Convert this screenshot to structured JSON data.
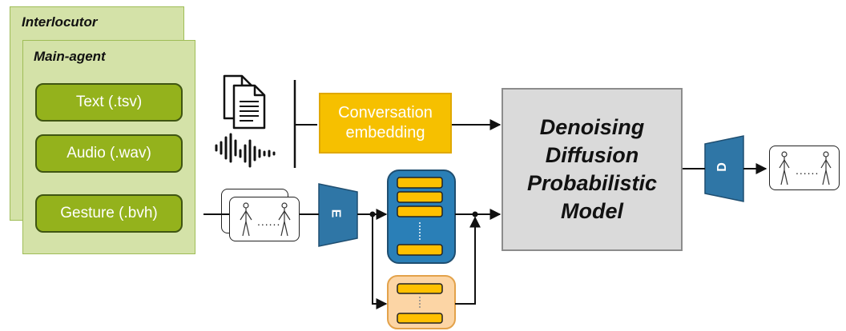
{
  "panels": {
    "interlocutor_label": "Interlocutor",
    "main_agent_label": "Main-agent"
  },
  "modalities": [
    {
      "label": "Text (.tsv)"
    },
    {
      "label": "Audio (.wav)"
    },
    {
      "label": "Gesture (.bvh)"
    }
  ],
  "conversation": {
    "line1": "Conversation",
    "line2": "embedding"
  },
  "ddpm": {
    "line1": "Denoising",
    "line2": "Diffusion",
    "line3": "Probabilistic",
    "line4": "Model"
  },
  "encoder": {
    "label": "E"
  },
  "decoder": {
    "label": "D"
  },
  "gesture_dots": "......",
  "colors": {
    "panel_fill": "#d4e2a8",
    "modality_fill": "#94b21c",
    "conversation_fill": "#f6c000",
    "codec_fill": "#2f76a6",
    "codebook_fill": "#2a7fb7",
    "codebook_alt_fill": "#fcd5a5",
    "token_fill": "#ffc000",
    "ddpm_fill": "#dadada"
  }
}
